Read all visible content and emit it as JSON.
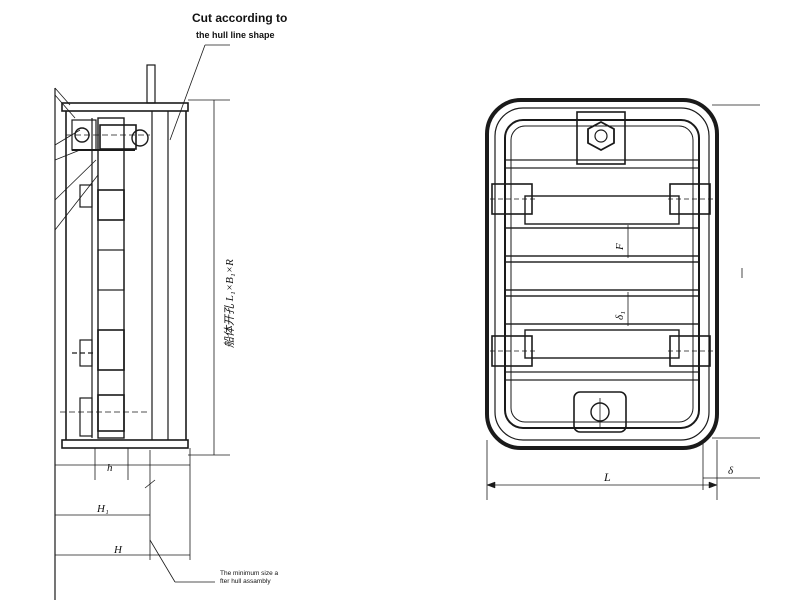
{
  "annotations": {
    "cut_note_line1": "Cut according to",
    "cut_note_line2": "the hull line shape",
    "hull_opening": "船体开孔 L₁×B₁×R",
    "min_size_line1": "The minimum size a",
    "min_size_line2": "fter hull assambly"
  },
  "dimensions": {
    "h": "h",
    "H1": "H₁",
    "H": "H",
    "F": "F",
    "delta1": "δ₁",
    "L": "L",
    "delta": "δ"
  },
  "colors": {
    "ink": "#1a1a1a",
    "background": "#ffffff"
  }
}
